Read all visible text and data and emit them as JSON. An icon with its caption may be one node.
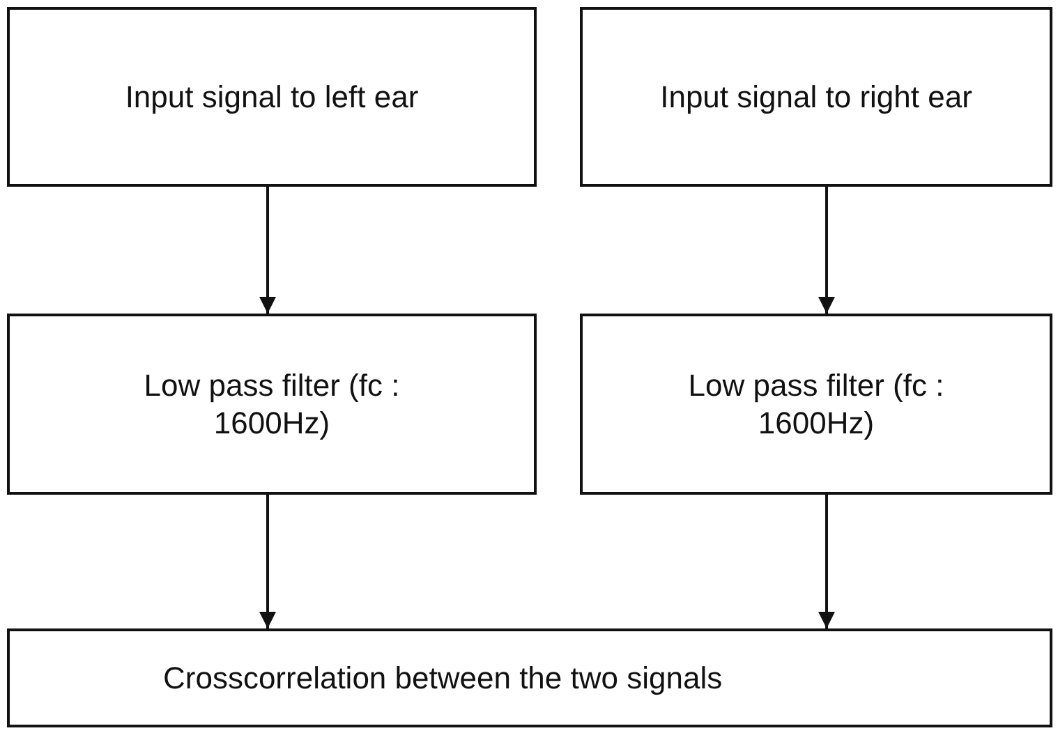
{
  "diagram": {
    "nodes": [
      {
        "text": [
          "Input signal to left ear"
        ]
      },
      {
        "text": [
          "Input signal to right ear"
        ]
      },
      {
        "text": [
          "Low pass filter (fc : 1600Hz)"
        ]
      },
      {
        "text": [
          "Low pass filter (fc : 1600Hz)"
        ]
      },
      {
        "text": [
          "Crosscorrelation between the two signals"
        ]
      }
    ],
    "edges": [
      {
        "from": 0,
        "to": 2,
        "arrow": "to"
      },
      {
        "from": 1,
        "to": 3,
        "arrow": "to"
      },
      {
        "from": 2,
        "to": 4,
        "arrow": "to"
      },
      {
        "from": 3,
        "to": 4,
        "arrow": "to"
      }
    ]
  }
}
